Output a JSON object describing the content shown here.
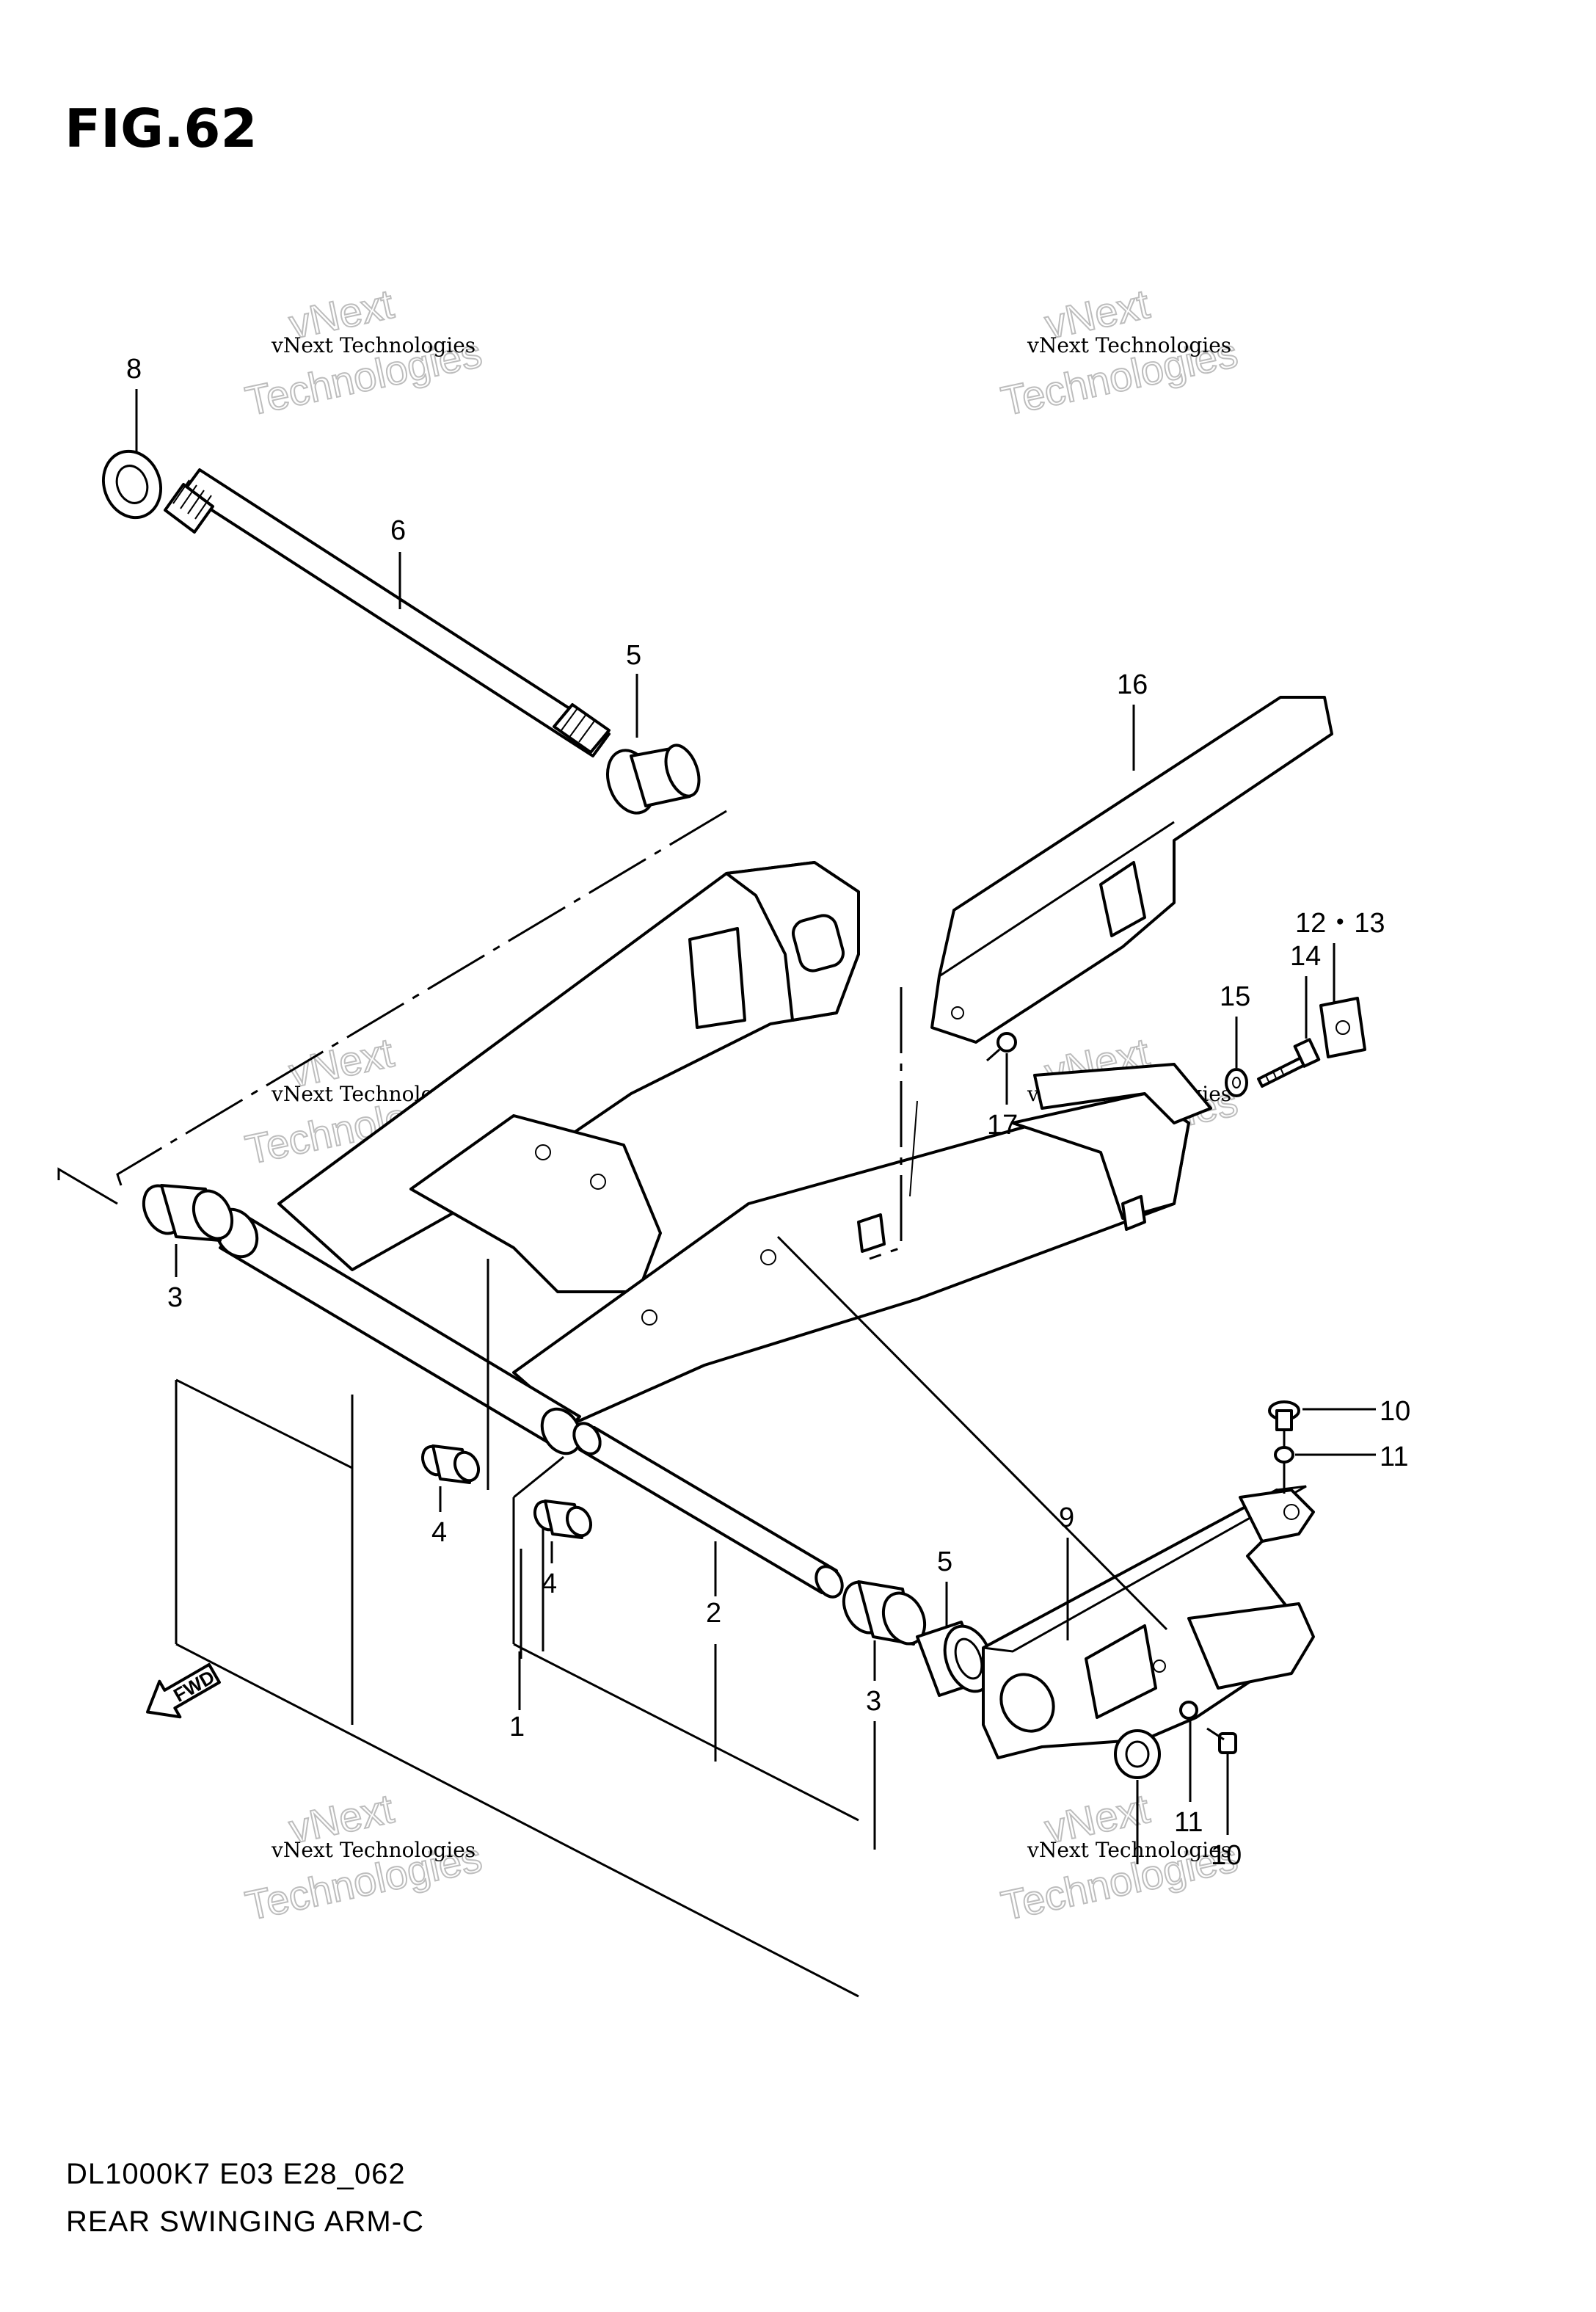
{
  "figure": {
    "title": "FIG.62",
    "model_code": "DL1000K7 E03 E28_062",
    "caption": "REAR SWINGING ARM-C",
    "fwd_label": "FWD"
  },
  "watermark": {
    "line1": "vNext Technologies",
    "line2": "Technologies",
    "line3": "vNext"
  },
  "callouts": {
    "c1": "1",
    "c2": "2",
    "c3a": "3",
    "c3b": "3",
    "c4a": "4",
    "c4b": "4",
    "c5a": "5",
    "c5b": "5",
    "c6": "6",
    "c8": "8",
    "c9": "9",
    "c10a": "10",
    "c10b": "10",
    "c11a": "11",
    "c11b": "11",
    "c12_13": "12・13",
    "c14": "14",
    "c15": "15",
    "c16": "16",
    "c17": "17"
  }
}
